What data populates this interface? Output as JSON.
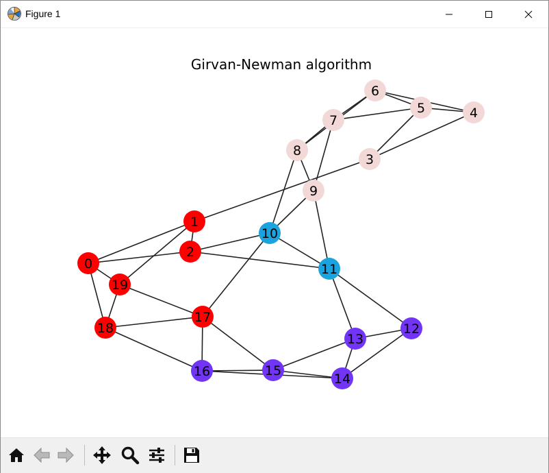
{
  "window": {
    "title": "Figure 1"
  },
  "figure": {
    "title": "Girvan-Newman algorithm"
  },
  "colors": {
    "red_community": "#ff0000",
    "blue_community": "#1aa3df",
    "purple_community": "#7235f5",
    "pink_community": "#f2d8d6",
    "edge": "#222222"
  },
  "graph": {
    "nodes": [
      {
        "id": "0",
        "community": "red"
      },
      {
        "id": "1",
        "community": "red"
      },
      {
        "id": "2",
        "community": "red"
      },
      {
        "id": "3",
        "community": "pink"
      },
      {
        "id": "4",
        "community": "pink"
      },
      {
        "id": "5",
        "community": "pink"
      },
      {
        "id": "6",
        "community": "pink"
      },
      {
        "id": "7",
        "community": "pink"
      },
      {
        "id": "8",
        "community": "pink"
      },
      {
        "id": "9",
        "community": "pink"
      },
      {
        "id": "10",
        "community": "blue"
      },
      {
        "id": "11",
        "community": "blue"
      },
      {
        "id": "12",
        "community": "purple"
      },
      {
        "id": "13",
        "community": "purple"
      },
      {
        "id": "14",
        "community": "purple"
      },
      {
        "id": "15",
        "community": "purple"
      },
      {
        "id": "16",
        "community": "purple"
      },
      {
        "id": "17",
        "community": "red"
      },
      {
        "id": "18",
        "community": "red"
      },
      {
        "id": "19",
        "community": "red"
      }
    ],
    "edges": [
      [
        "0",
        "1"
      ],
      [
        "0",
        "2"
      ],
      [
        "0",
        "19"
      ],
      [
        "0",
        "18"
      ],
      [
        "1",
        "2"
      ],
      [
        "1",
        "19"
      ],
      [
        "1",
        "3"
      ],
      [
        "2",
        "10"
      ],
      [
        "2",
        "11"
      ],
      [
        "3",
        "5"
      ],
      [
        "3",
        "4"
      ],
      [
        "4",
        "5"
      ],
      [
        "4",
        "6"
      ],
      [
        "5",
        "6"
      ],
      [
        "5",
        "7"
      ],
      [
        "6",
        "7"
      ],
      [
        "6",
        "8"
      ],
      [
        "7",
        "8"
      ],
      [
        "7",
        "9"
      ],
      [
        "8",
        "9"
      ],
      [
        "8",
        "10"
      ],
      [
        "9",
        "10"
      ],
      [
        "9",
        "11"
      ],
      [
        "10",
        "11"
      ],
      [
        "10",
        "17"
      ],
      [
        "11",
        "13"
      ],
      [
        "11",
        "12"
      ],
      [
        "12",
        "13"
      ],
      [
        "12",
        "14"
      ],
      [
        "13",
        "14"
      ],
      [
        "13",
        "15"
      ],
      [
        "14",
        "15"
      ],
      [
        "14",
        "16"
      ],
      [
        "15",
        "16"
      ],
      [
        "15",
        "17"
      ],
      [
        "16",
        "17"
      ],
      [
        "16",
        "18"
      ],
      [
        "17",
        "18"
      ],
      [
        "17",
        "19"
      ],
      [
        "18",
        "19"
      ]
    ]
  },
  "toolbar": {
    "buttons": [
      {
        "name": "home-button",
        "icon": "home-icon"
      },
      {
        "name": "back-button",
        "icon": "arrow-left-icon"
      },
      {
        "name": "forward-button",
        "icon": "arrow-right-icon"
      },
      {
        "name": "pan-button",
        "icon": "move-icon"
      },
      {
        "name": "zoom-button",
        "icon": "magnifier-icon"
      },
      {
        "name": "configure-subplots-button",
        "icon": "sliders-icon"
      },
      {
        "name": "save-button",
        "icon": "floppy-disk-icon"
      }
    ]
  }
}
